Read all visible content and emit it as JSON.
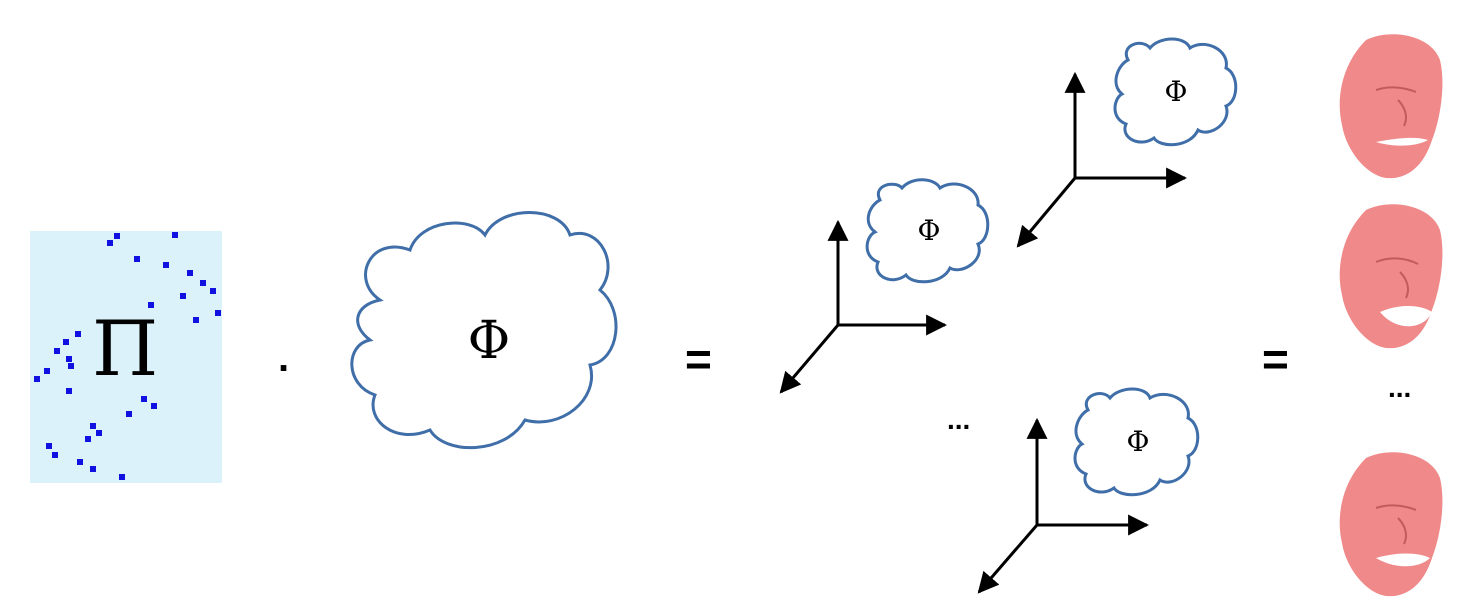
{
  "figure": {
    "matrix_symbol": "Π",
    "basis_symbol": "Φ",
    "dot_operator": ".",
    "equals_1": "=",
    "equals_2": "=",
    "axes_ellipsis": "...",
    "faces_ellipsis": "...",
    "basis_instances": [
      {
        "label": "Φ"
      },
      {
        "label": "Φ"
      },
      {
        "label": "Φ"
      }
    ],
    "colors": {
      "matrix_bg": "#dcf2fa",
      "matrix_dots": "#1010e0",
      "cloud_stroke": "#3f6ea8",
      "face": "#f08a8a",
      "axes": "#000000"
    }
  }
}
